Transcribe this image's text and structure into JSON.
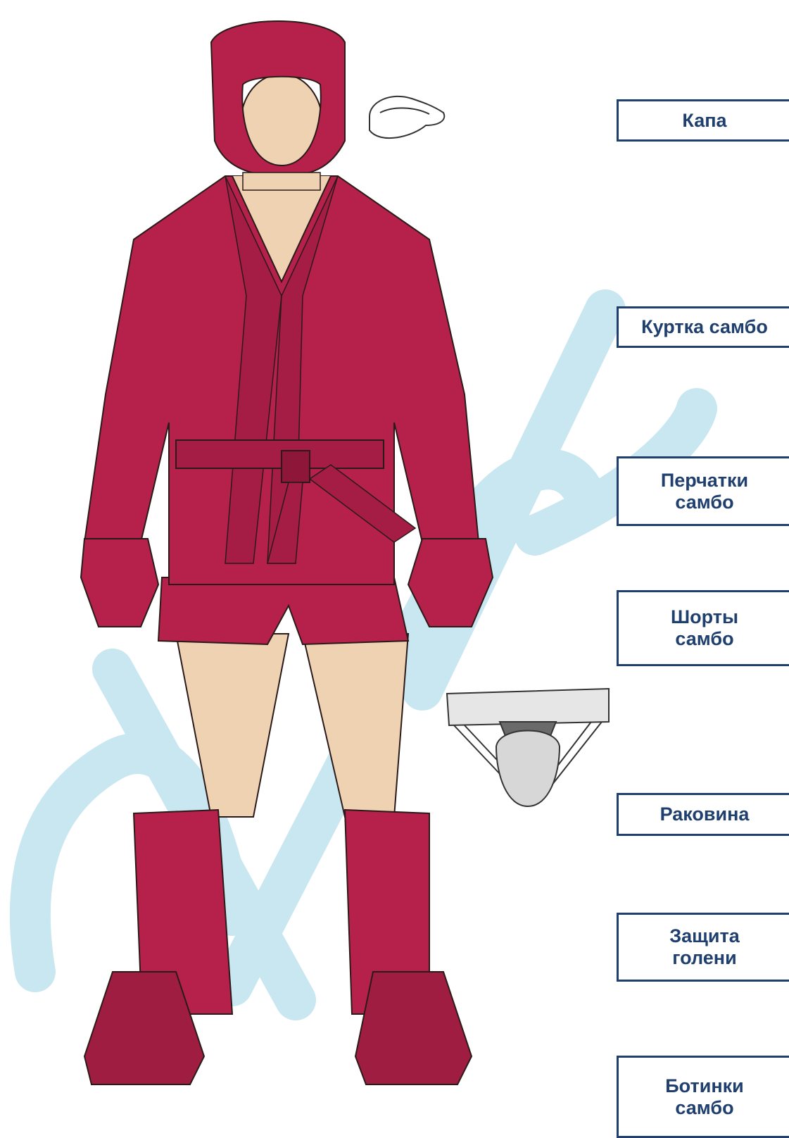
{
  "labels": {
    "mouthguard": "Капа",
    "jacket": "Куртка самбо",
    "gloves": [
      "Перчатки",
      "самбо"
    ],
    "shorts": [
      "Шорты",
      "самбо"
    ],
    "groin_guard": "Раковина",
    "shin_guard": [
      "Защита",
      "голени"
    ],
    "boots": [
      "Ботинки",
      "самбо"
    ]
  },
  "colors": {
    "gear_red": "#b5214a",
    "gear_dark": "#8e1638",
    "skin": "#efd2b2",
    "label_border": "#1f3f6e",
    "label_text": "#1f3f6e",
    "watermark": "#a8d8e6"
  },
  "icons": {
    "mouthguard": "mouthguard-icon",
    "groin_guard": "groin-guard-icon"
  }
}
